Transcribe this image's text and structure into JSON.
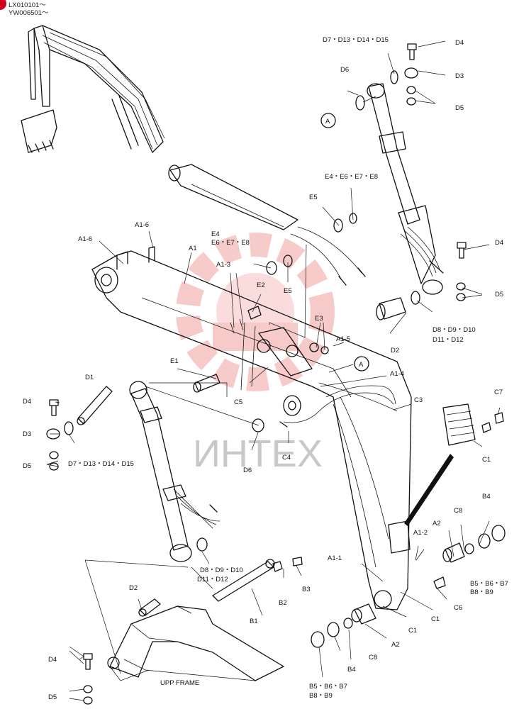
{
  "serial_numbers": [
    "LX010101～",
    "YW006501～"
  ],
  "watermark": "ИНТЕХ",
  "labels": {
    "d7_d13_d14_d15_top": "D7・D13・D14・D15",
    "d4_top": "D4",
    "d6_top": "D6",
    "d3_top": "D3",
    "d5_top": "D5",
    "callout_a_top": "A",
    "e4_e6_e7_e8_right": "E4・E6・E7・E8",
    "e5_right": "E5",
    "a1_6_top": "A1-6",
    "a1_6_left": "A1-6",
    "a1_main": "A1",
    "e4_left": "E4",
    "e6_e7_e8_left": "E6・E7・E8",
    "d4_mid": "D4",
    "a1_3": "A1-3",
    "e2": "E2",
    "e5_mid": "E5",
    "d5_mid": "D5",
    "e3": "E3",
    "d8_d9_d10_right": "D8・D9・D10",
    "d11_d12_right": "D11・D12",
    "a1_5": "A1-5",
    "d2_right": "D2",
    "e1": "E1",
    "callout_a_mid": "A",
    "a1_4": "A1-4",
    "d1": "D1",
    "c5": "C5",
    "c3": "C3",
    "c7": "C7",
    "d4_left": "D4",
    "d3_left": "D3",
    "d7_d13_d14_d15_left": "D7・D13・D14・D15",
    "d5_left": "D5",
    "d6_mid": "D6",
    "c4": "C4",
    "c1_right": "C1",
    "b4_right": "B4",
    "c8_right": "C8",
    "a2_right": "A2",
    "a1_2": "A1-2",
    "b5_b6_b7_right": "B5・B6・B7",
    "b8_b9_right": "B8・B9",
    "d8_d9_d10_left": "D8・D9・D10",
    "d11_d12_left": "D11・D12",
    "a1_1": "A1-1",
    "b3": "B3",
    "d2_left": "D2",
    "b2": "B2",
    "c6": "C6",
    "b1": "B1",
    "c1_bottom_a": "C1",
    "c1_bottom_b": "C1",
    "a2_bottom": "A2",
    "c8_bottom": "C8",
    "b4_bottom": "B4",
    "d4_bottom": "D4",
    "d5_bottom": "D5",
    "upp_frame": "UPP FRAME",
    "b5_b6_b7_bottom": "B5・B6・B7",
    "b8_b9_bottom": "B8・B9"
  }
}
